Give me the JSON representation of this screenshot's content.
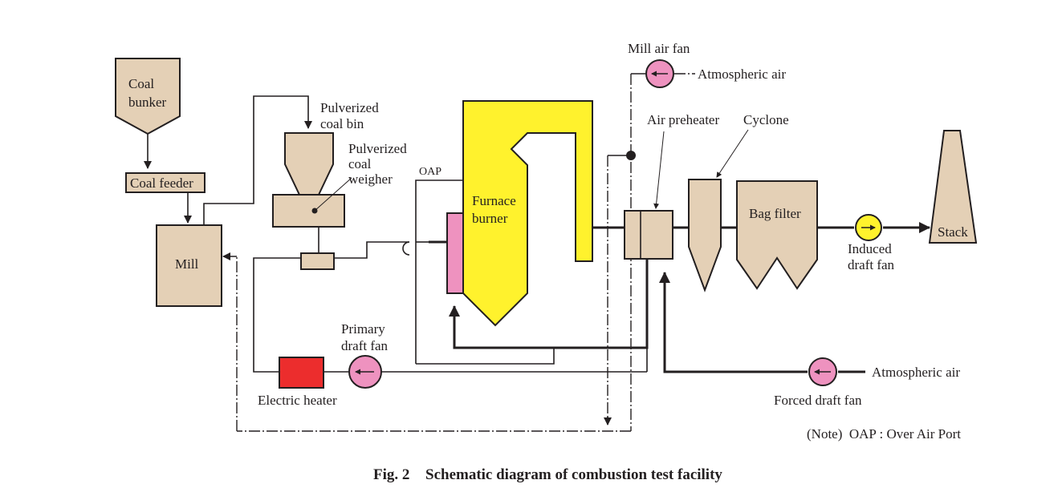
{
  "figure": {
    "caption_number": "Fig. 2",
    "caption_text": "Schematic diagram of combustion test facility",
    "note": "(Note)  OAP : Over Air Port"
  },
  "components": {
    "coal_bunker": [
      "Coal",
      "bunker"
    ],
    "coal_feeder": "Coal feeder",
    "mill": "Mill",
    "pulverized_coal_bin": [
      "Pulverized",
      "coal bin"
    ],
    "pulverized_coal_weigher": [
      "Pulverized",
      "coal",
      "weigher"
    ],
    "oap": "OAP",
    "furnace_burner": [
      "Furnace",
      "burner"
    ],
    "mill_air_fan": "Mill air fan",
    "atmospheric_air_top": "Atmospheric air",
    "air_preheater": "Air preheater",
    "cyclone": "Cyclone",
    "bag_filter": "Bag filter",
    "induced_draft_fan": [
      "Induced",
      "draft fan"
    ],
    "stack": "Stack",
    "primary_draft_fan": [
      "Primary",
      "draft fan"
    ],
    "electric_heater": "Electric heater",
    "forced_draft_fan": "Forced draft fan",
    "atmospheric_air_bottom": "Atmospheric air"
  },
  "colors": {
    "equipment": "#e4d0b6",
    "furnace": "#fff22d",
    "burner": "#ee92bf",
    "fan_air": "#ee92bf",
    "fan_induced": "#fff22d",
    "heater": "#ec2d2d"
  }
}
